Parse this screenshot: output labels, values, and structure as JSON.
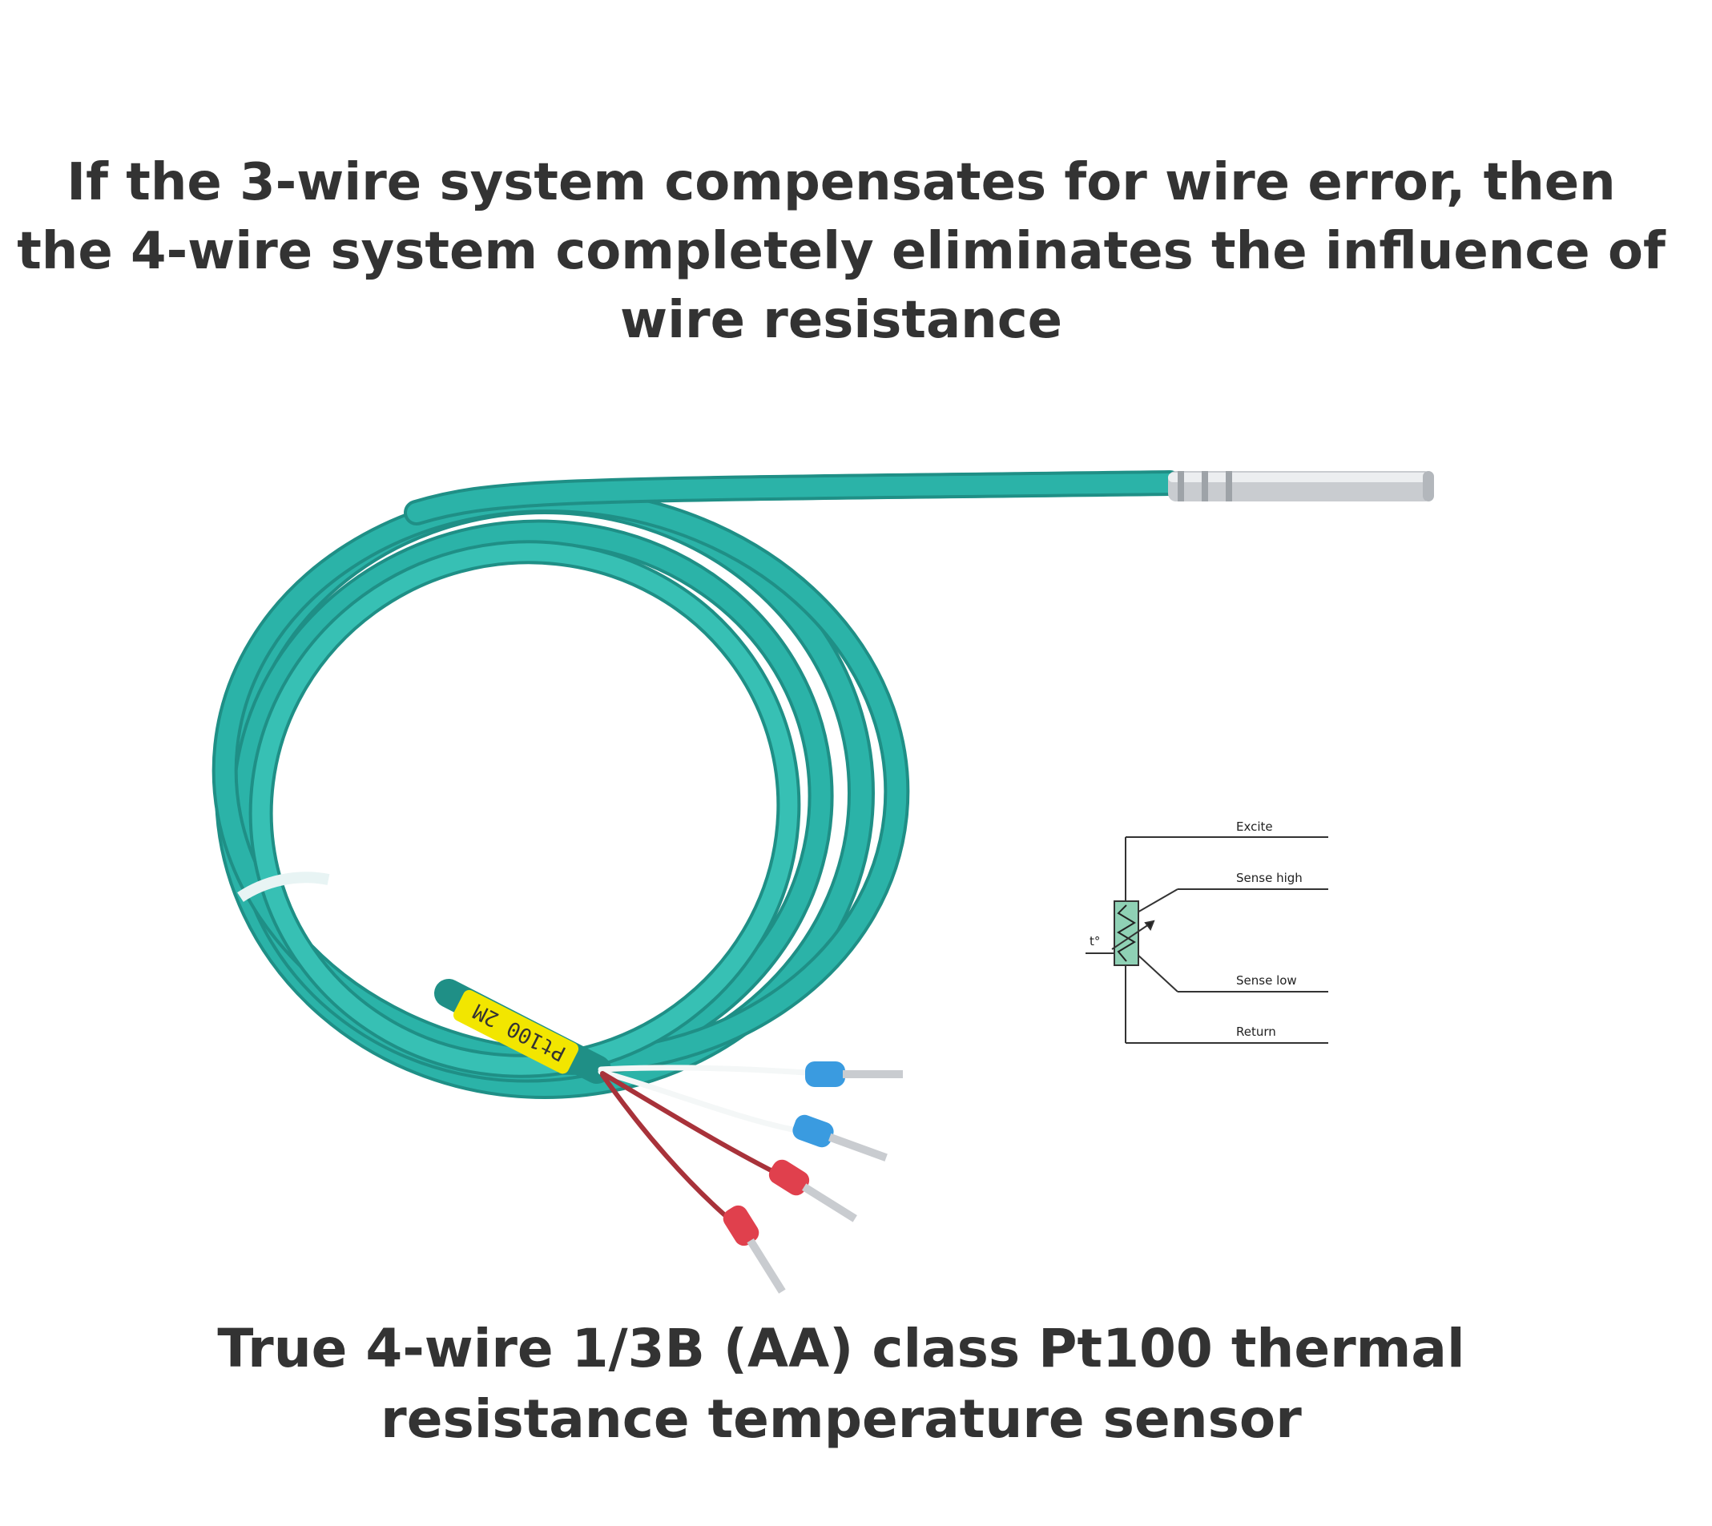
{
  "headline": "If the 3-wire system compensates for wire error, then the 4-wire system completely eliminates the influence of wire resistance",
  "caption": "True 4-wire 1/3B (AA) class Pt100 thermal resistance temperature sensor",
  "cable_label": "Pt100 2M",
  "diagram": {
    "excite": "Excite",
    "sense_high": "Sense high",
    "sense_low": "Sense low",
    "return": "Return",
    "temp_symbol": "t°"
  },
  "colors": {
    "cable": "#2bb3a8",
    "cable_dark": "#1f8f86",
    "label_yellow": "#f2e600",
    "ferrule_blue": "#3a9be0",
    "ferrule_red": "#e0404d",
    "wire_red": "#a8323a",
    "probe_steel": "#c9ccd0",
    "resistor_green": "#8fd1b5",
    "text": "#333333"
  },
  "icons": [
    "temperature-probe-photo",
    "four-wire-schematic"
  ]
}
